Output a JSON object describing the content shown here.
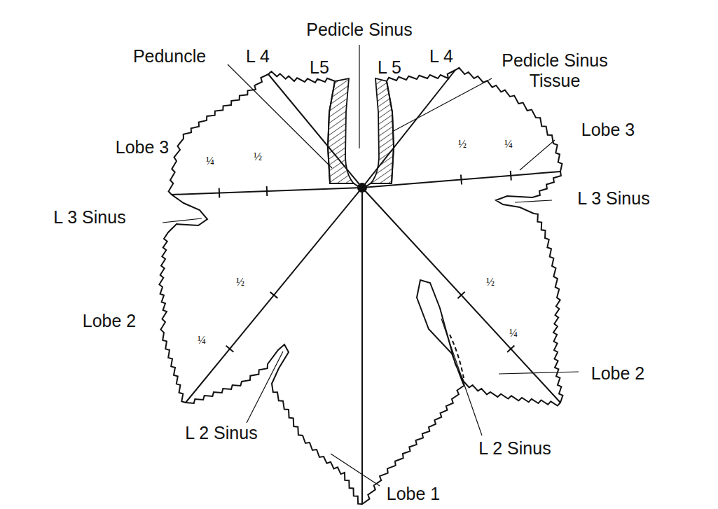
{
  "diagram": {
    "labels": [
      "Pedicle Sinus",
      "Peduncle",
      "L 4",
      "L 4",
      "Pedicle Sinus Tissue",
      "L5",
      "L 5",
      "Lobe 3",
      "Lobe 3",
      "¼",
      "½",
      "½",
      "¼",
      "L 3 Sinus",
      "L 3 Sinus",
      "½",
      "½",
      "Lobe 2",
      "¼",
      "¼",
      "Lobe 2",
      "L 2 Sinus",
      "L 2 Sinus",
      "Lobe 1"
    ]
  }
}
